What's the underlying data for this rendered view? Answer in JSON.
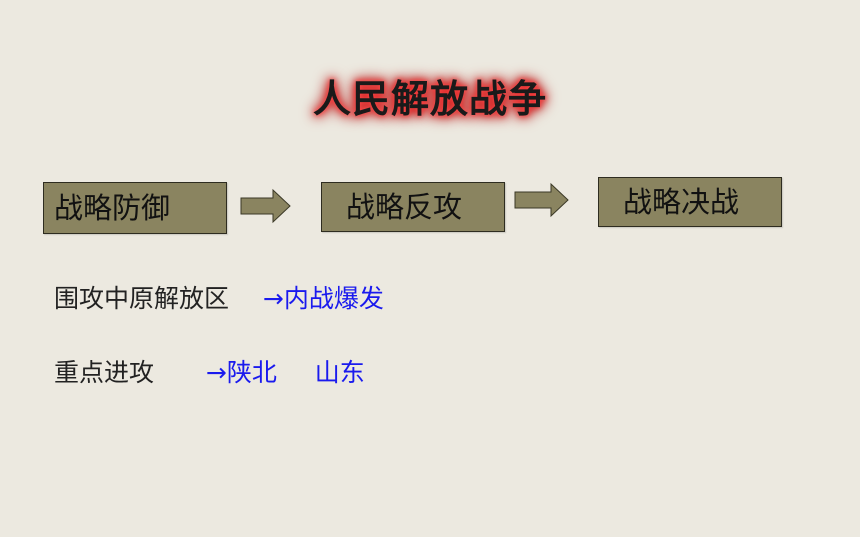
{
  "slide": {
    "title": "人民解放战争",
    "stages": [
      {
        "label": "战略防御"
      },
      {
        "label": "战略反攻"
      },
      {
        "label": "战略决战"
      }
    ],
    "events": [
      {
        "label": "围攻中原解放区",
        "arrow": "→",
        "result": "内战爆发"
      },
      {
        "label": "重点进攻",
        "arrow": "→",
        "result": "陕北",
        "result2": "山东"
      }
    ],
    "colors": {
      "background": "#ece9e0",
      "box_fill": "#8a8460",
      "arrow_fill": "#8a8460",
      "title_glow": "#e02020",
      "highlight_text": "#1a1aee"
    }
  }
}
